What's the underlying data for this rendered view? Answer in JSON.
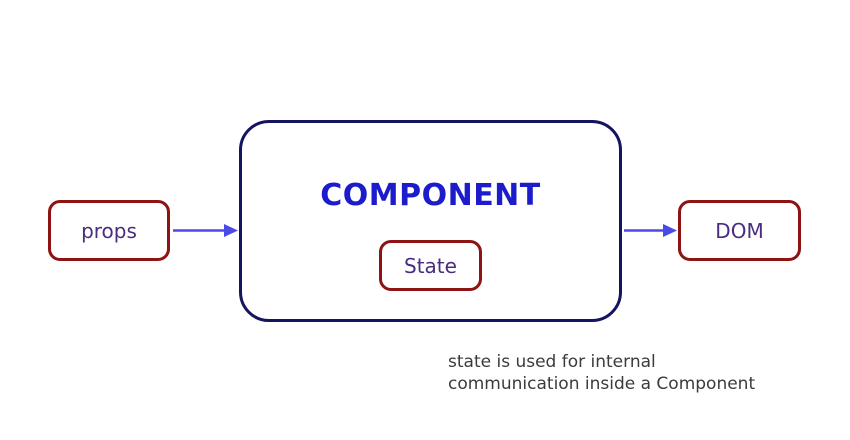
{
  "diagram": {
    "type": "flow-diagram",
    "topic": "React component props / state / DOM",
    "nodes": {
      "props": {
        "label": "props",
        "shape": "rounded-rect",
        "border_color": "#8e1313"
      },
      "component": {
        "label": "COMPONENT",
        "shape": "rounded-rect",
        "border_color": "#14145f",
        "label_color": "#1c1ccd"
      },
      "state": {
        "label": "State",
        "shape": "rounded-rect",
        "border_color": "#8e1313",
        "parent": "component"
      },
      "dom": {
        "label": "DOM",
        "shape": "rounded-rect",
        "border_color": "#8e1313"
      }
    },
    "edges": [
      {
        "from": "props",
        "to": "component",
        "style": "arrow",
        "color": "#4a4ae8"
      },
      {
        "from": "component",
        "to": "dom",
        "style": "arrow",
        "color": "#4a4ae8"
      }
    ]
  },
  "caption": {
    "line1": "state is used for internal",
    "line2": "communication inside a Component"
  },
  "colors": {
    "bg": "#ffffff",
    "red-border": "#8e1313",
    "navy-border": "#14145f",
    "arrow-blue": "#4a4ae8",
    "component-blue": "#1c1ccd",
    "label-purple": "#4a2d7f",
    "caption-gray": "#3b3b3b"
  }
}
